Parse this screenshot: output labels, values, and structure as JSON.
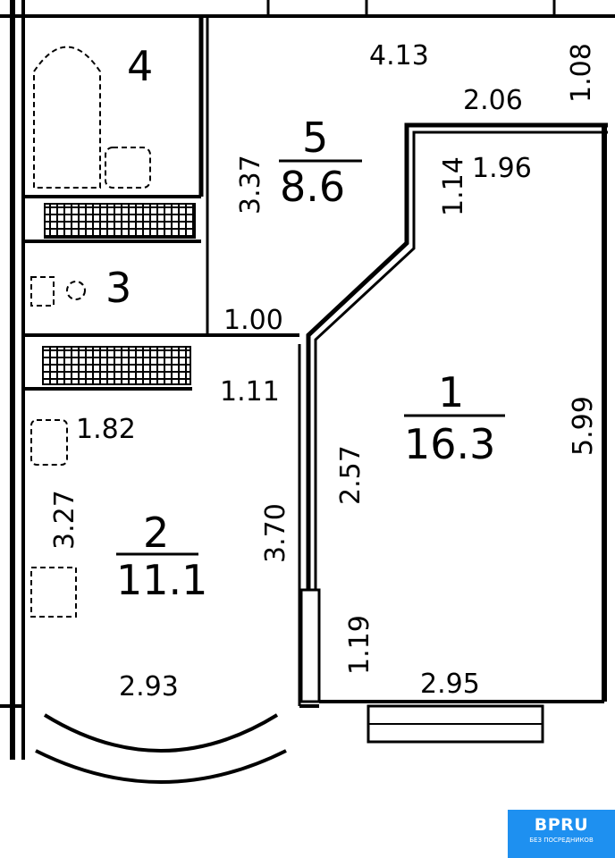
{
  "rooms": [
    {
      "number": "1",
      "area": "16.3"
    },
    {
      "number": "2",
      "area": "11.1"
    },
    {
      "number": "3"
    },
    {
      "number": "4"
    },
    {
      "number": "5",
      "area": "8.6"
    }
  ],
  "dimensions": {
    "d413": "4.13",
    "d108": "1.08",
    "d206": "2.06",
    "d196": "1.96",
    "d114": "1.14",
    "d337": "3.37",
    "d100": "1.00",
    "d111": "1.11",
    "d182": "1.82",
    "d327": "3.27",
    "d370": "3.70",
    "d257": "2.57",
    "d599": "5.99",
    "d119": "1.19",
    "d293": "2.93",
    "d295": "2.95"
  },
  "logo": {
    "name": "BPRU",
    "tagline": "БЕЗ ПОСРЕДНИКОВ",
    "color": "#1e90f0"
  }
}
